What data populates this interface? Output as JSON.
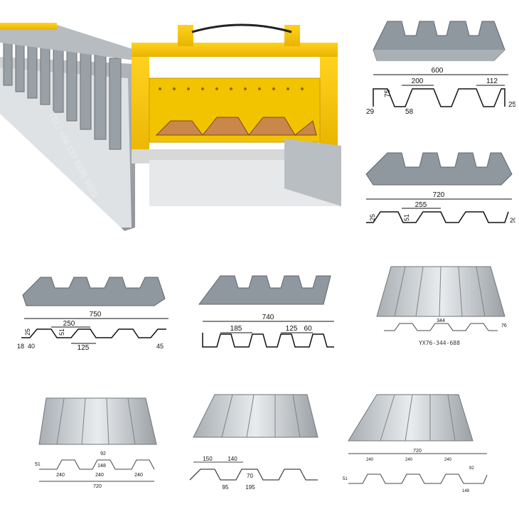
{
  "machine": {
    "side_text": "TEL: +86 137 0285 5825"
  },
  "profiles": [
    {
      "dims": {
        "total": "600",
        "pitch": "200",
        "top": "112",
        "height": "75",
        "bottom": "58",
        "left_flange": "29",
        "right_flange": "25"
      }
    },
    {
      "dims": {
        "total": "720",
        "pitch": "255",
        "height": "51",
        "left_flange": "25",
        "right_flange": "20"
      }
    },
    {
      "dims": {
        "total": "750",
        "pitch": "250",
        "height": "51",
        "left_height": "25",
        "bottom": "125",
        "left_a": "18",
        "left_b": "40",
        "right_flange": "45"
      }
    },
    {
      "dims": {
        "total": "740",
        "pitch": "185",
        "top": "125",
        "bottom": "60"
      }
    },
    {
      "dims": {
        "total": "344",
        "height": "76"
      },
      "caption": "YX76-344-688"
    },
    {
      "dims": {
        "top": "92",
        "rib": "148",
        "height": "51",
        "seg1": "240",
        "seg2": "240",
        "seg3": "240",
        "total": "720"
      }
    },
    {
      "dims": {
        "a": "150",
        "b": "140",
        "height": "70",
        "c": "95",
        "d": "195"
      }
    },
    {
      "dims": {
        "total": "720",
        "seg1": "240",
        "seg2": "240",
        "seg3": "240",
        "top": "92",
        "rib": "148",
        "height": "51"
      }
    }
  ]
}
